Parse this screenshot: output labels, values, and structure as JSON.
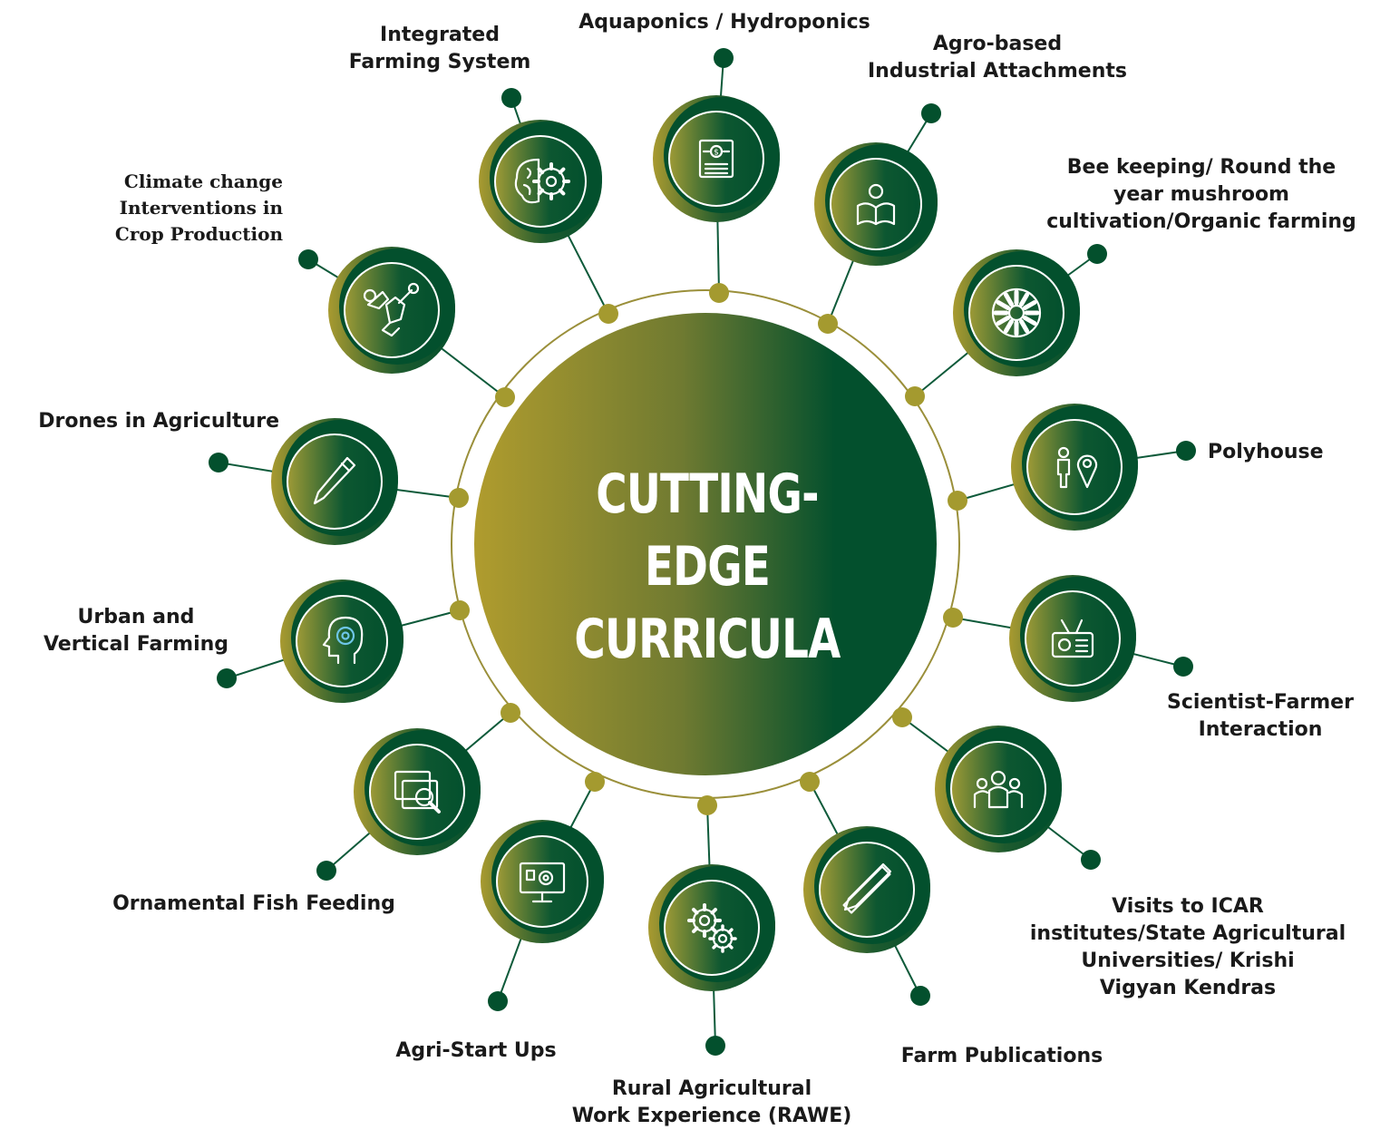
{
  "center": {
    "title": "CUTTING-EDGE\nCURRICULA"
  },
  "colors": {
    "dark_green": "#03502d",
    "olive": "#a49a2f",
    "line": "#0e5a3a",
    "ring": "#9a8f3a"
  },
  "items": [
    {
      "id": "aquaponics",
      "label": "Aquaponics / Hydroponics",
      "icon": "document-dollar-icon"
    },
    {
      "id": "agro-industrial",
      "label": "Agro-based\nIndustrial Attachments",
      "icon": "person-book-icon"
    },
    {
      "id": "bee-keeping",
      "label": "Bee keeping/ Round the\nyear mushroom\ncultivation/Organic farming",
      "icon": "wheel-icon"
    },
    {
      "id": "polyhouse",
      "label": "Polyhouse",
      "icon": "person-location-icon"
    },
    {
      "id": "scientist-farmer",
      "label": "Scientist-Farmer\nInteraction",
      "icon": "radio-icon"
    },
    {
      "id": "icar-visits",
      "label": "Visits to ICAR\ninstitutes/State Agricultural\nUniversities/ Krishi\nVigyan Kendras",
      "icon": "group-icon"
    },
    {
      "id": "farm-publications",
      "label": "Farm Publications",
      "icon": "pencil-ruler-icon"
    },
    {
      "id": "rawe",
      "label": "Rural Agricultural\nWork Experience (RAWE)",
      "icon": "gears-icon"
    },
    {
      "id": "agri-startups",
      "label": "Agri-Start Ups",
      "icon": "monitor-gear-icon"
    },
    {
      "id": "ornamental-fish",
      "label": "Ornamental Fish Feeding",
      "icon": "screens-magnifier-icon"
    },
    {
      "id": "urban-vertical",
      "label": "Urban and\nVertical Farming",
      "icon": "head-gear-icon"
    },
    {
      "id": "drones",
      "label": "Drones in Agriculture",
      "icon": "pencil-icon"
    },
    {
      "id": "climate-change",
      "label": "Climate change\nInterventions in\nCrop Production",
      "icon": "wrench-hand-icon"
    },
    {
      "id": "integrated-farming",
      "label": "Integrated\nFarming System",
      "icon": "brain-gear-icon"
    }
  ]
}
